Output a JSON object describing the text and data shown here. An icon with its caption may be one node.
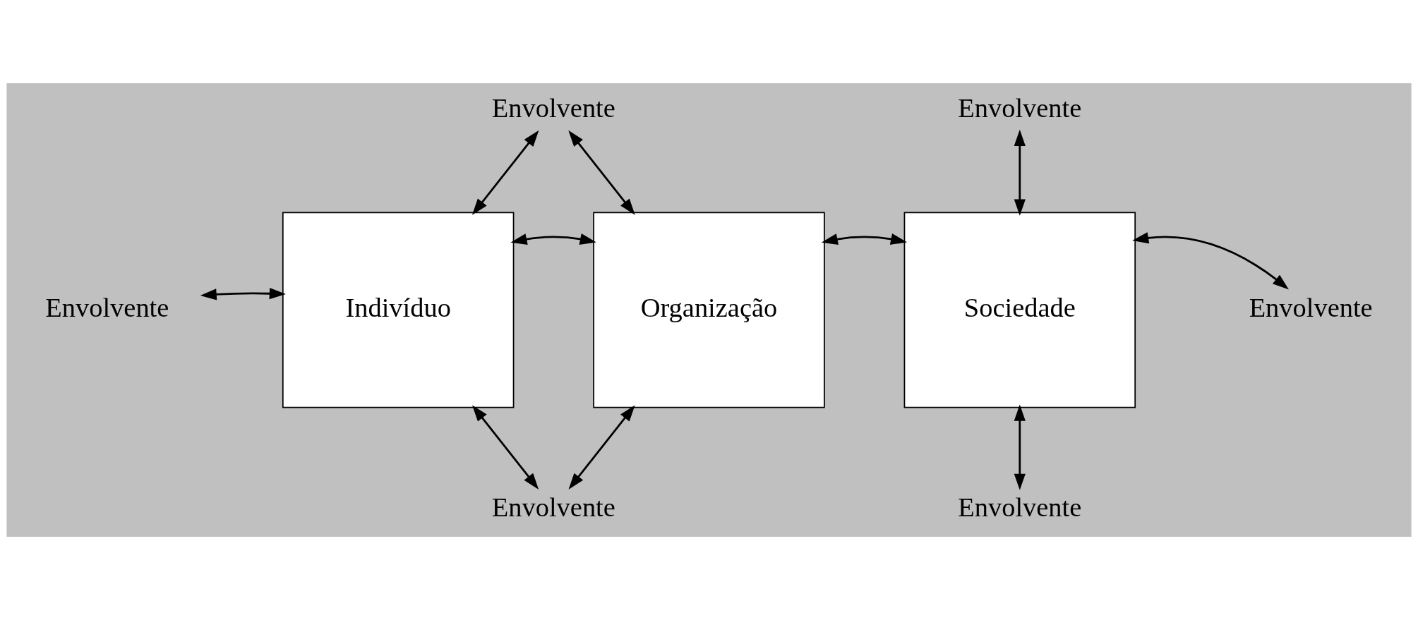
{
  "diagram": {
    "nodes": [
      {
        "text": [
          "Envolvente"
        ]
      },
      {
        "text": [
          "Envolvente"
        ]
      },
      {
        "text": [
          "Envolvente"
        ]
      },
      {
        "text": [
          "Indivíduo"
        ]
      },
      {
        "text": [
          "Organização"
        ]
      },
      {
        "text": [
          "Sociedade"
        ]
      },
      {
        "text": [
          "Envolvente"
        ]
      },
      {
        "text": [
          "Envolvente"
        ]
      },
      {
        "text": [
          "Envolvente"
        ]
      }
    ],
    "edges": [
      {
        "from": 0,
        "to": 3,
        "arrow": "both"
      },
      {
        "from": 0,
        "to": 4,
        "arrow": "both"
      },
      {
        "from": 1,
        "to": 5,
        "arrow": "both"
      },
      {
        "from": 2,
        "to": 3,
        "arrow": "both"
      },
      {
        "from": 3,
        "to": 4,
        "arrow": "both"
      },
      {
        "from": 4,
        "to": 5,
        "arrow": "both"
      },
      {
        "from": 5,
        "to": 6,
        "arrow": "both"
      },
      {
        "from": 3,
        "to": 7,
        "arrow": "both"
      },
      {
        "from": 4,
        "to": 7,
        "arrow": "both"
      },
      {
        "from": 5,
        "to": 8,
        "arrow": "both"
      }
    ]
  }
}
